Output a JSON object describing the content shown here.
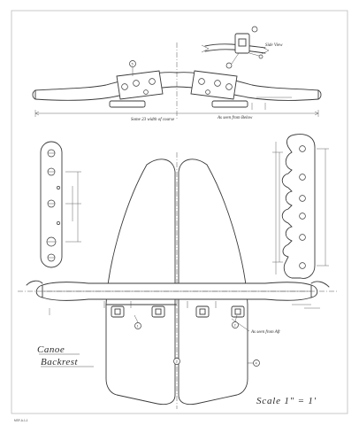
{
  "drawing": {
    "title_line1": "Canoe",
    "title_line2": "Backrest",
    "scale_label": "Scale 1\" = 1'",
    "side_view_label": "Side View",
    "from_below_label": "As seen from Below",
    "from_aft_label": "As seen from Aft",
    "overall_dimension": "Some 23 width of course",
    "sheet_id": "MSF-A-1-1"
  },
  "callouts": [
    "1",
    "2",
    "3",
    "4",
    "5"
  ]
}
